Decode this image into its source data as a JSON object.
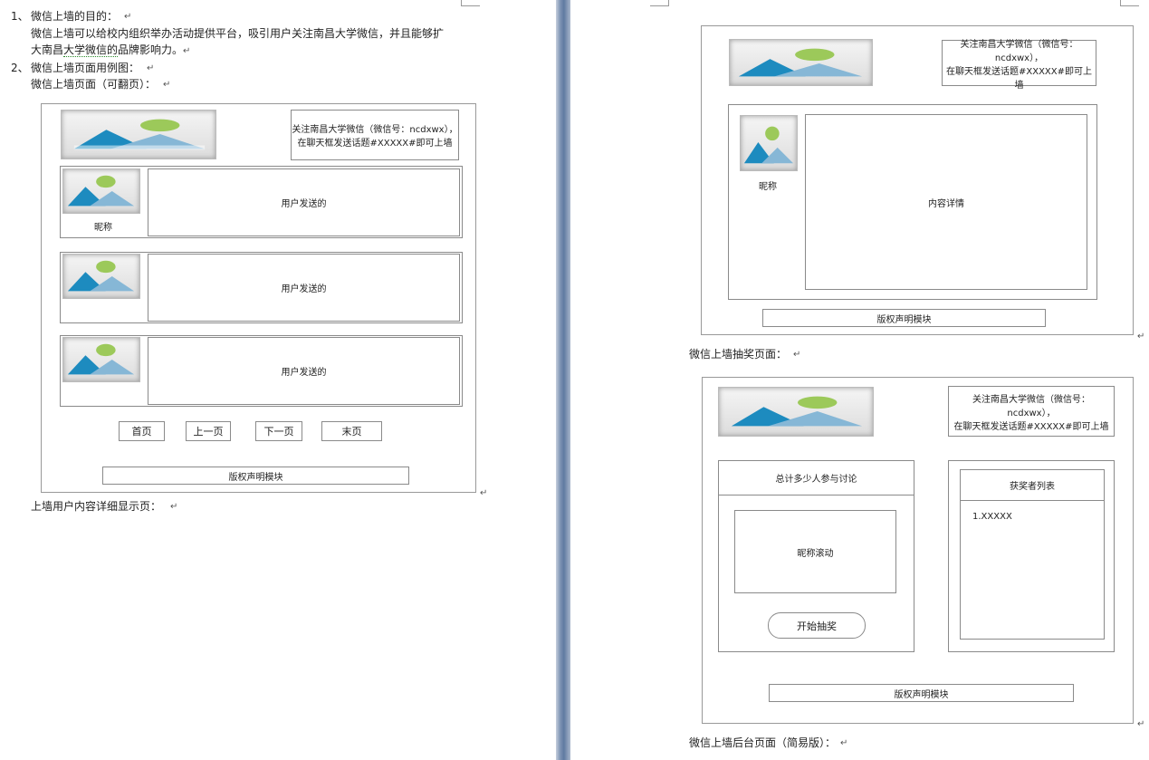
{
  "left_doc": {
    "item1_num": "1、",
    "item1_title": "微信上墙的目的：",
    "item1_body_line1": "微信上墙可以给校内组织举办活动提供平台，吸引用户关注南昌大学微信，并且能够扩",
    "item1_body_line2_a": "大南昌",
    "item1_body_line2_b": "大学微信的",
    "item1_body_line2_c": "品牌影响力。",
    "item2_num": "2、",
    "item2_title": "微信上墙页面用例图：",
    "item2_sub": "微信上墙页面（可翻页）：",
    "after_caption": "上墙用户内容详细显示页："
  },
  "mock_wall": {
    "follow_line1": "关注南昌大学微信（微信号：ncdxwx），",
    "follow_line2": "在聊天框发送话题#XXXXX#即可上墙",
    "posts": [
      {
        "nickname": "昵称",
        "content": "用户发送的"
      },
      {
        "nickname": "",
        "content": "用户发送的"
      },
      {
        "nickname": "",
        "content": "用户发送的"
      }
    ],
    "pager": [
      "首页",
      "上一页",
      "下一页",
      "末页"
    ],
    "copyright": "版权声明模块"
  },
  "mock_detail": {
    "follow_line1": "关注南昌大学微信（微信号：ncdxwx），",
    "follow_line2": "在聊天框发送话题#XXXXX#即可上墙",
    "nickname": "昵称",
    "content": "内容详情",
    "copyright": "版权声明模块"
  },
  "lottery_caption": "微信上墙抽奖页面：",
  "mock_lottery": {
    "follow_line1": "关注南昌大学微信（微信号：ncdxwx），",
    "follow_line2": "在聊天框发送话题#XXXXX#即可上墙",
    "total_label": "总计多少人参与讨论",
    "scroll_label": "昵称滚动",
    "start_button": "开始抽奖",
    "winners_title": "获奖者列表",
    "winner_item": "1.XXXXX",
    "copyright": "版权声明模块"
  },
  "backend_caption": "微信上墙后台页面（简易版）：",
  "para_mark": "↵"
}
